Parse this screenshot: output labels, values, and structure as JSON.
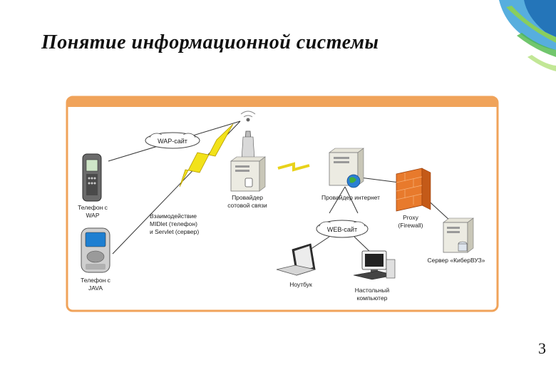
{
  "title": "Понятие информационной системы",
  "page_number": "3",
  "diagram": {
    "clouds": {
      "wap_site": "WAP-сайт",
      "web_site": "WEB-сайт"
    },
    "labels": {
      "phone_wap_1": "Телефон с",
      "phone_wap_2": "WAP",
      "phone_java_1": "Телефон с",
      "phone_java_2": "JAVA",
      "interaction_1": "Взаимодействие",
      "interaction_2": "MIDlet (телефон)",
      "interaction_3": "и Servlet (сервер)",
      "cell_provider_1": "Провайдер",
      "cell_provider_2": "сотовой связи",
      "internet_provider": "Провайдер интернет",
      "proxy_1": "Proxy",
      "proxy_2": "(Firewall)",
      "server": "Сервер «КиберВУЗ»",
      "laptop": "Ноутбук",
      "desktop_1": "Настольный",
      "desktop_2": "компьютер"
    }
  },
  "colors": {
    "frame_orange": "#f0a35a",
    "lightning_yellow": "#f2e21a",
    "firewall_orange": "#e87a2c"
  }
}
